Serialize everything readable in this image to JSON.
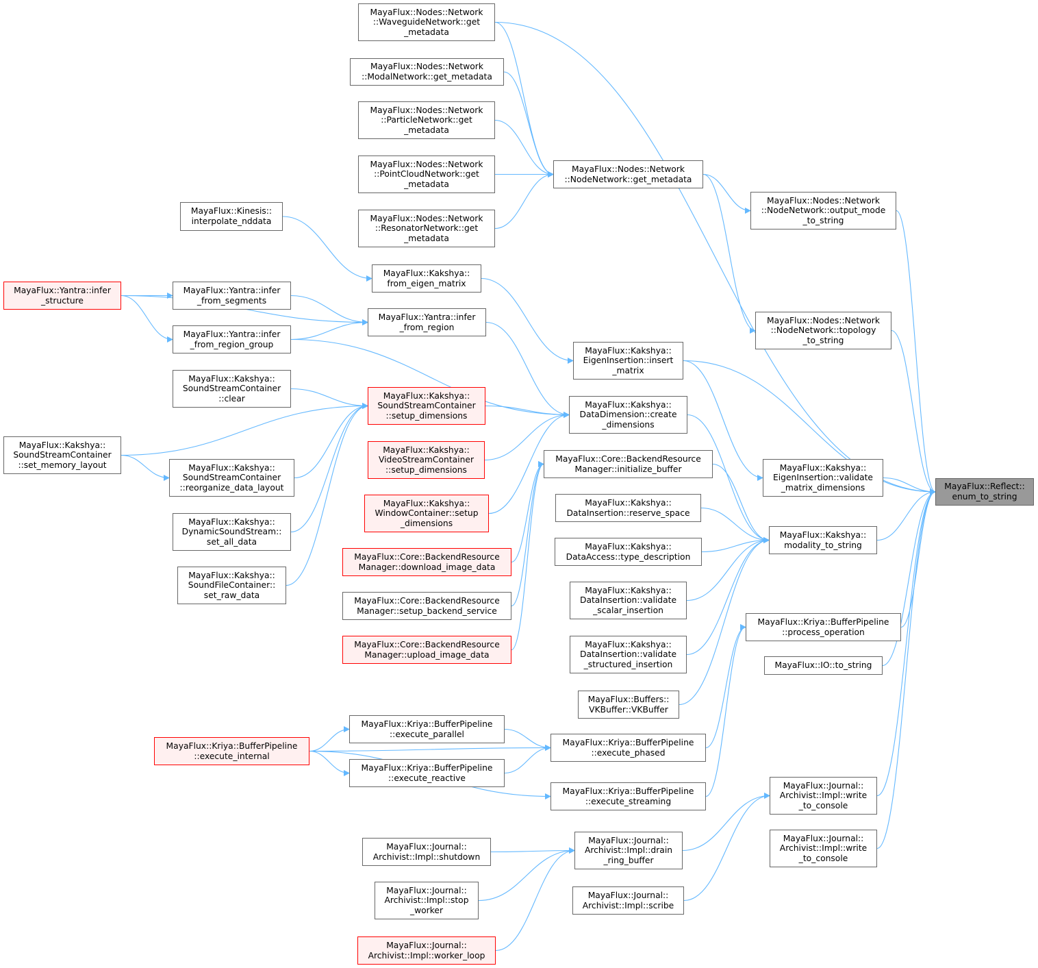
{
  "graph": {
    "type": "caller-graph",
    "colors": {
      "edge": "#63b8ff",
      "node_border": "#666666",
      "incomplete_border": "#ff0000",
      "incomplete_fill": "#fff0f0",
      "root_fill": "#999999"
    },
    "nodes": [
      {
        "id": "n0",
        "lines": [
          "MayaFlux::Reflect::",
          "enum_to_string"
        ],
        "style": "root"
      },
      {
        "id": "n1",
        "lines": [
          "MayaFlux::Nodes::Network",
          "::WaveguideNetwork::get",
          "_metadata"
        ]
      },
      {
        "id": "n2",
        "lines": [
          "MayaFlux::Nodes::Network",
          "::ModalNetwork::get_metadata"
        ]
      },
      {
        "id": "n3",
        "lines": [
          "MayaFlux::Nodes::Network",
          "::ParticleNetwork::get",
          "_metadata"
        ]
      },
      {
        "id": "n4",
        "lines": [
          "MayaFlux::Nodes::Network",
          "::PointCloudNetwork::get",
          "_metadata"
        ]
      },
      {
        "id": "n5",
        "lines": [
          "MayaFlux::Nodes::Network",
          "::ResonatorNetwork::get",
          "_metadata"
        ]
      },
      {
        "id": "n6",
        "lines": [
          "MayaFlux::Nodes::Network",
          "::NodeNetwork::get_metadata"
        ]
      },
      {
        "id": "n7",
        "lines": [
          "MayaFlux::Nodes::Network",
          "::NodeNetwork::output_mode",
          "_to_string"
        ]
      },
      {
        "id": "n8",
        "lines": [
          "MayaFlux::Nodes::Network",
          "::NodeNetwork::topology",
          "_to_string"
        ]
      },
      {
        "id": "n9",
        "lines": [
          "MayaFlux::Kinesis::",
          "interpolate_nddata"
        ]
      },
      {
        "id": "n10",
        "lines": [
          "MayaFlux::Kakshya::",
          "from_eigen_matrix"
        ]
      },
      {
        "id": "n11",
        "lines": [
          "MayaFlux::Yantra::infer",
          "_structure"
        ],
        "style": "red"
      },
      {
        "id": "n12",
        "lines": [
          "MayaFlux::Yantra::infer",
          "_from_segments"
        ]
      },
      {
        "id": "n13",
        "lines": [
          "MayaFlux::Yantra::infer",
          "_from_region"
        ]
      },
      {
        "id": "n14",
        "lines": [
          "MayaFlux::Yantra::infer",
          "_from_region_group"
        ]
      },
      {
        "id": "n15",
        "lines": [
          "MayaFlux::Kakshya::",
          "EigenInsertion::insert",
          "_matrix"
        ]
      },
      {
        "id": "n16",
        "lines": [
          "MayaFlux::Kakshya::",
          "SoundStreamContainer",
          "::clear"
        ]
      },
      {
        "id": "n17",
        "lines": [
          "MayaFlux::Kakshya::",
          "SoundStreamContainer",
          "::setup_dimensions"
        ],
        "style": "red"
      },
      {
        "id": "n18",
        "lines": [
          "MayaFlux::Kakshya::",
          "DataDimension::create",
          "_dimensions"
        ]
      },
      {
        "id": "n19",
        "lines": [
          "MayaFlux::Kakshya::",
          "SoundStreamContainer",
          "::set_memory_layout"
        ]
      },
      {
        "id": "n20",
        "lines": [
          "MayaFlux::Kakshya::",
          "SoundStreamContainer",
          "::reorganize_data_layout"
        ]
      },
      {
        "id": "n21",
        "lines": [
          "MayaFlux::Kakshya::",
          "VideoStreamContainer",
          "::setup_dimensions"
        ],
        "style": "red"
      },
      {
        "id": "n22",
        "lines": [
          "MayaFlux::Core::BackendResource",
          "Manager::initialize_buffer"
        ]
      },
      {
        "id": "n23",
        "lines": [
          "MayaFlux::Kakshya::",
          "EigenInsertion::validate",
          "_matrix_dimensions"
        ]
      },
      {
        "id": "n24",
        "lines": [
          "MayaFlux::Kakshya::",
          "DataInsertion::reserve_space"
        ]
      },
      {
        "id": "n25",
        "lines": [
          "MayaFlux::Kakshya::",
          "DynamicSoundStream::",
          "set_all_data"
        ]
      },
      {
        "id": "n26",
        "lines": [
          "MayaFlux::Kakshya::",
          "WindowContainer::setup",
          "_dimensions"
        ],
        "style": "red"
      },
      {
        "id": "n27",
        "lines": [
          "MayaFlux::Kakshya::",
          "modality_to_string"
        ]
      },
      {
        "id": "n28",
        "lines": [
          "MayaFlux::Kakshya::",
          "DataAccess::type_description"
        ]
      },
      {
        "id": "n29",
        "lines": [
          "MayaFlux::Core::BackendResource",
          "Manager::download_image_data"
        ],
        "style": "red"
      },
      {
        "id": "n30",
        "lines": [
          "MayaFlux::Kakshya::",
          "SoundFileContainer::",
          "set_raw_data"
        ]
      },
      {
        "id": "n31",
        "lines": [
          "MayaFlux::Kakshya::",
          "DataInsertion::validate",
          "_scalar_insertion"
        ]
      },
      {
        "id": "n32",
        "lines": [
          "MayaFlux::Core::BackendResource",
          "Manager::setup_backend_service"
        ]
      },
      {
        "id": "n33",
        "lines": [
          "MayaFlux::Kriya::BufferPipeline",
          "::process_operation"
        ]
      },
      {
        "id": "n34",
        "lines": [
          "MayaFlux::Kakshya::",
          "DataInsertion::validate",
          "_structured_insertion"
        ]
      },
      {
        "id": "n35",
        "lines": [
          "MayaFlux::Core::BackendResource",
          "Manager::upload_image_data"
        ],
        "style": "red"
      },
      {
        "id": "n36",
        "lines": [
          "MayaFlux::IO::to_string"
        ]
      },
      {
        "id": "n37",
        "lines": [
          "MayaFlux::Buffers::",
          "VKBuffer::VKBuffer"
        ]
      },
      {
        "id": "n38",
        "lines": [
          "MayaFlux::Kriya::BufferPipeline",
          "::execute_parallel"
        ]
      },
      {
        "id": "n39",
        "lines": [
          "MayaFlux::Kriya::BufferPipeline",
          "::execute_internal"
        ],
        "style": "red"
      },
      {
        "id": "n40",
        "lines": [
          "MayaFlux::Kriya::BufferPipeline",
          "::execute_phased"
        ]
      },
      {
        "id": "n41",
        "lines": [
          "MayaFlux::Kriya::BufferPipeline",
          "::execute_reactive"
        ]
      },
      {
        "id": "n42",
        "lines": [
          "MayaFlux::Journal::",
          "Archivist::Impl::write",
          "_to_console"
        ]
      },
      {
        "id": "n43",
        "lines": [
          "MayaFlux::Kriya::BufferPipeline",
          "::execute_streaming"
        ]
      },
      {
        "id": "n44",
        "lines": [
          "MayaFlux::Journal::",
          "Archivist::Impl::drain",
          "_ring_buffer"
        ]
      },
      {
        "id": "n45",
        "lines": [
          "MayaFlux::Journal::",
          "Archivist::Impl::write",
          "_to_console"
        ]
      },
      {
        "id": "n46",
        "lines": [
          "MayaFlux::Journal::",
          "Archivist::Impl::shutdown"
        ]
      },
      {
        "id": "n47",
        "lines": [
          "MayaFlux::Journal::",
          "Archivist::Impl::stop",
          "_worker"
        ]
      },
      {
        "id": "n48",
        "lines": [
          "MayaFlux::Journal::",
          "Archivist::Impl::scribe"
        ]
      },
      {
        "id": "n49",
        "lines": [
          "MayaFlux::Journal::",
          "Archivist::Impl::worker_loop"
        ],
        "style": "red"
      }
    ],
    "edges": [
      [
        "n1",
        "n6"
      ],
      [
        "n2",
        "n6"
      ],
      [
        "n3",
        "n6"
      ],
      [
        "n4",
        "n6"
      ],
      [
        "n5",
        "n6"
      ],
      [
        "n1",
        "n0"
      ],
      [
        "n6",
        "n7"
      ],
      [
        "n6",
        "n8"
      ],
      [
        "n7",
        "n0"
      ],
      [
        "n8",
        "n0"
      ],
      [
        "n9",
        "n10"
      ],
      [
        "n10",
        "n15"
      ],
      [
        "n15",
        "n0"
      ],
      [
        "n15",
        "n23"
      ],
      [
        "n23",
        "n0"
      ],
      [
        "n11",
        "n12"
      ],
      [
        "n11",
        "n14"
      ],
      [
        "n11",
        "n13"
      ],
      [
        "n12",
        "n13"
      ],
      [
        "n14",
        "n13"
      ],
      [
        "n13",
        "n18"
      ],
      [
        "n14",
        "n18"
      ],
      [
        "n16",
        "n17"
      ],
      [
        "n19",
        "n17"
      ],
      [
        "n19",
        "n20"
      ],
      [
        "n20",
        "n17"
      ],
      [
        "n25",
        "n17"
      ],
      [
        "n30",
        "n17"
      ],
      [
        "n17",
        "n18"
      ],
      [
        "n21",
        "n18"
      ],
      [
        "n26",
        "n18"
      ],
      [
        "n18",
        "n27"
      ],
      [
        "n22",
        "n27"
      ],
      [
        "n29",
        "n22"
      ],
      [
        "n32",
        "n22"
      ],
      [
        "n35",
        "n22"
      ],
      [
        "n24",
        "n27"
      ],
      [
        "n28",
        "n27"
      ],
      [
        "n31",
        "n27"
      ],
      [
        "n34",
        "n27"
      ],
      [
        "n37",
        "n27"
      ],
      [
        "n27",
        "n0"
      ],
      [
        "n33",
        "n0"
      ],
      [
        "n36",
        "n0"
      ],
      [
        "n40",
        "n33"
      ],
      [
        "n43",
        "n33"
      ],
      [
        "n39",
        "n38"
      ],
      [
        "n39",
        "n41"
      ],
      [
        "n39",
        "n40"
      ],
      [
        "n39",
        "n43"
      ],
      [
        "n38",
        "n40"
      ],
      [
        "n41",
        "n40"
      ],
      [
        "n42",
        "n0"
      ],
      [
        "n45",
        "n0"
      ],
      [
        "n44",
        "n42"
      ],
      [
        "n48",
        "n42"
      ],
      [
        "n46",
        "n44"
      ],
      [
        "n47",
        "n44"
      ],
      [
        "n49",
        "n44"
      ]
    ]
  }
}
